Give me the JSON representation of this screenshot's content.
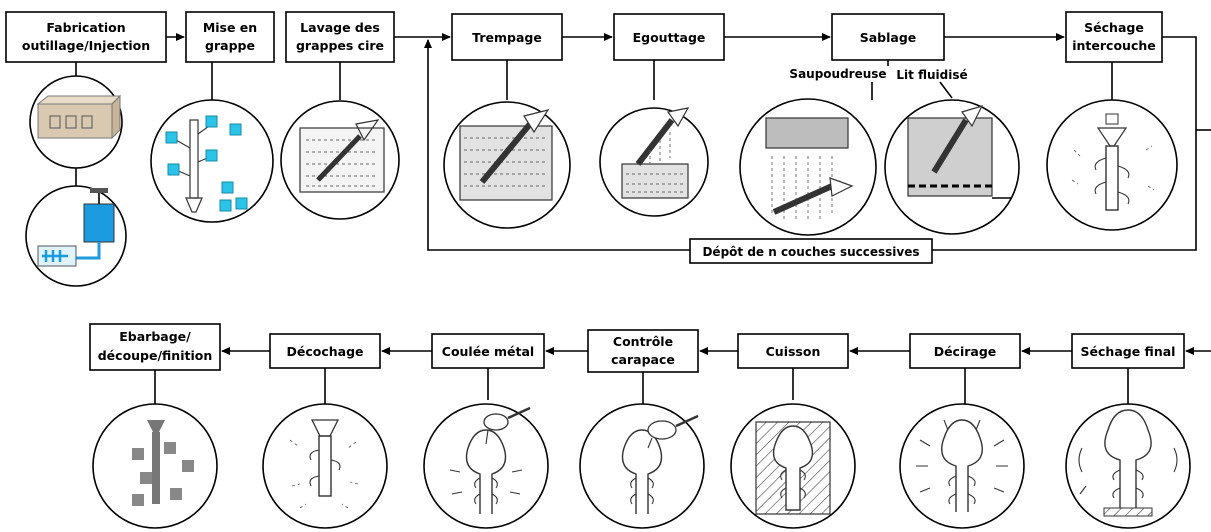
{
  "top_row": {
    "fabrication": [
      "Fabrication",
      "outillage/Injection"
    ],
    "mise_en_grappe": [
      "Mise en",
      "grappe"
    ],
    "lavage": [
      "Lavage des",
      "grappes cire"
    ],
    "trempage": "Trempage",
    "egouttage": "Egouttage",
    "sablage": "Sablage",
    "sechage_intercouche": [
      "Séchage",
      "intercouche"
    ],
    "saupoudreuse": "Saupoudreuse",
    "lit_fluidise": "Lit fluidisé",
    "loop_label": "Dépôt de n couches successives"
  },
  "bottom_row": {
    "sechage_final": "Séchage final",
    "decirage": "Décirage",
    "cuisson": "Cuisson",
    "controle": [
      "Contrôle",
      "carapace"
    ],
    "coulee": "Coulée métal",
    "decochage": "Décochage",
    "ebarbage": [
      "Ebarbage/",
      "découpe/finition"
    ]
  },
  "colors": {
    "accent_cyan": "#2bc4e8",
    "injection_blue": "#1d9be0",
    "box_tan": "#d9c9b0"
  }
}
